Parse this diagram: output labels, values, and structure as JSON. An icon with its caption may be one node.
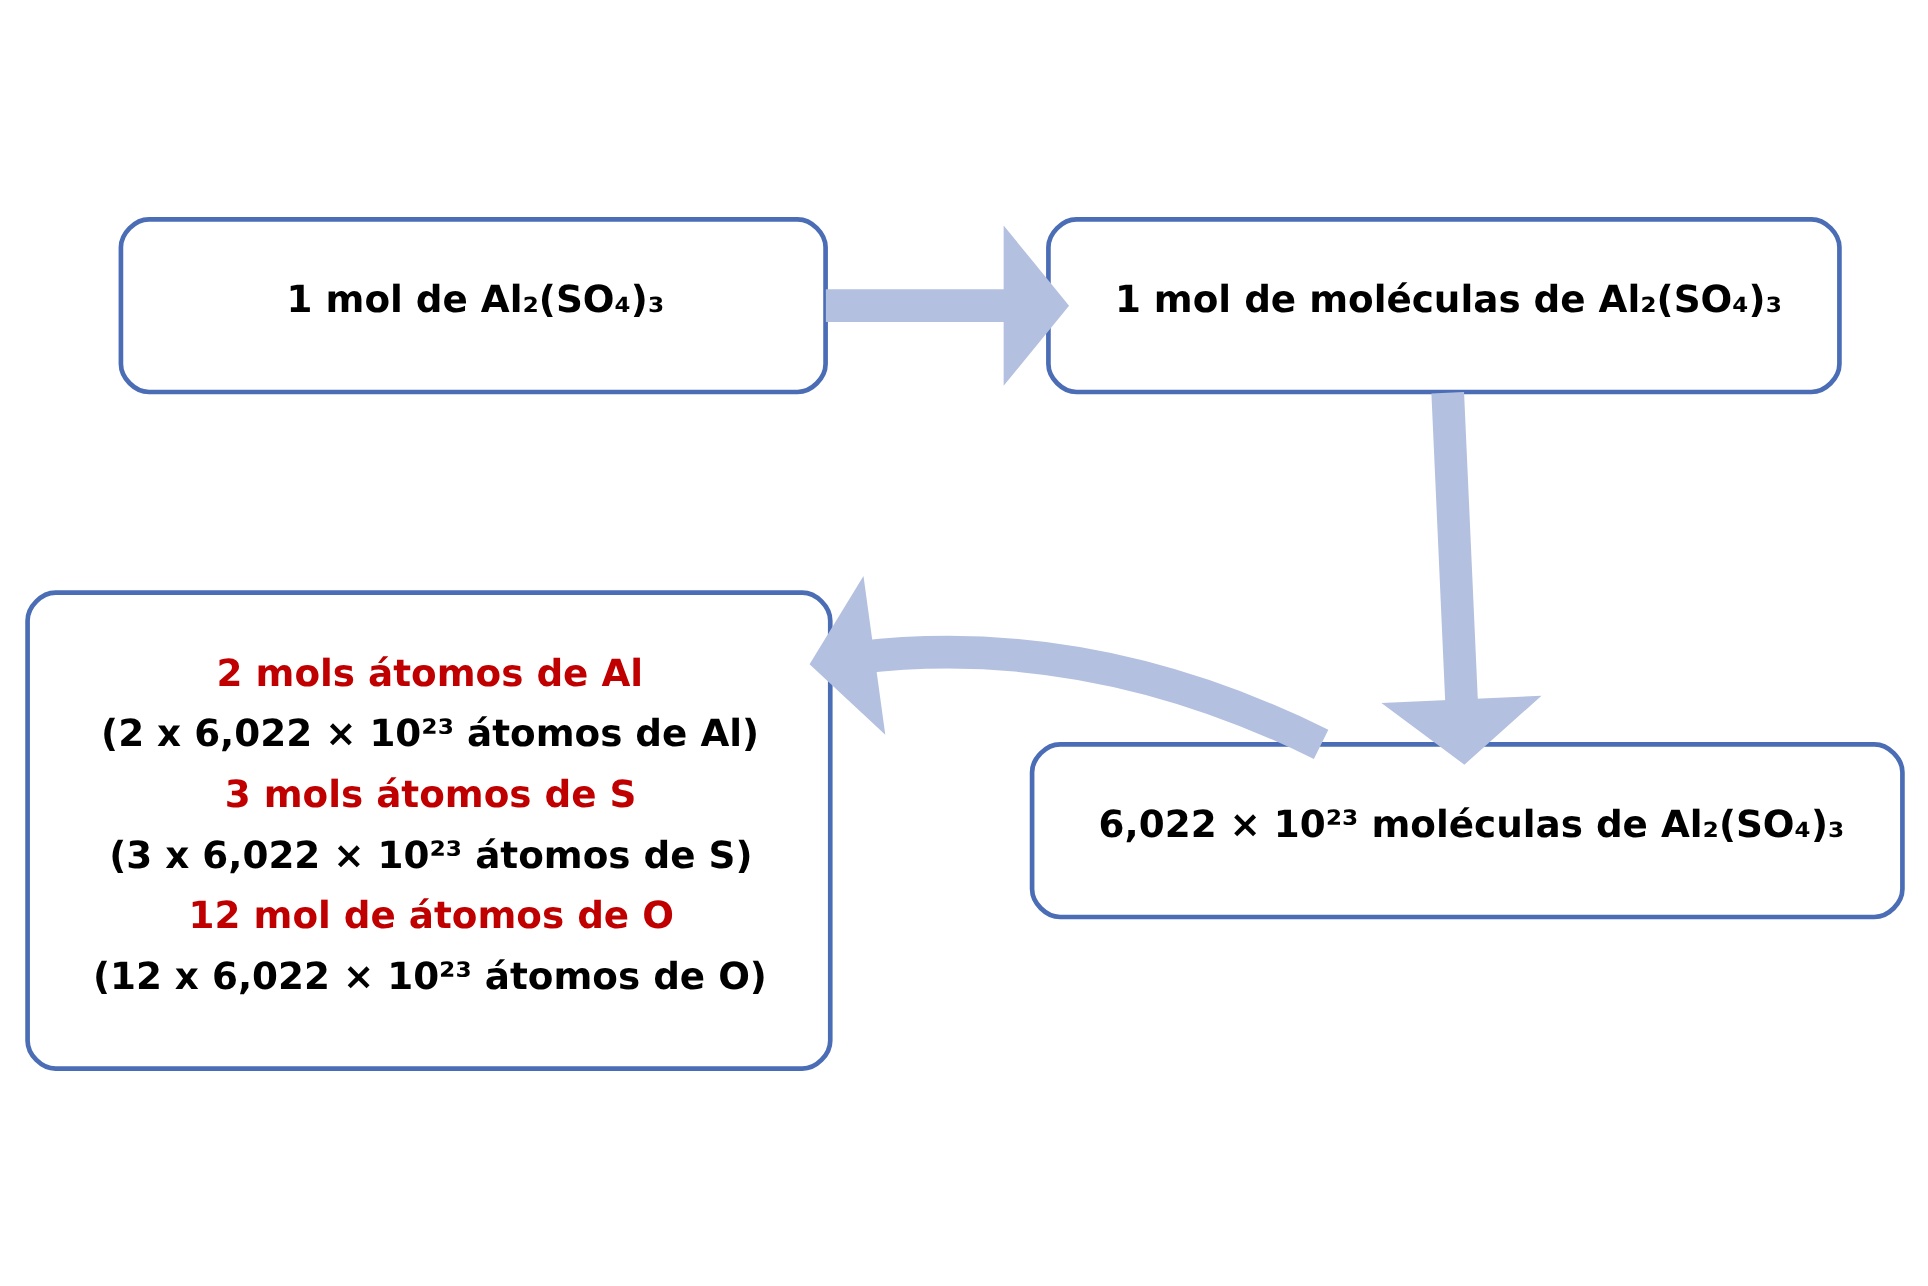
{
  "diagram": {
    "nodes": [
      {
        "text": [
          "1 mol de Al₂(SO₄)₃"
        ]
      },
      {
        "text": [
          "1 mol de moléculas de Al₂(SO₄)₃"
        ]
      },
      {
        "text": [
          "6,022 × 10²³ moléculas de Al₂(SO₄)₃"
        ]
      },
      {
        "text": [
          "2 mols átomos de Al",
          "(2 x 6,022 × 10²³ átomos de Al)",
          "3 mols átomos de S",
          "(3 x 6,022 × 10²³ átomos de S)",
          "12 mol de átomos de O",
          "(12 x 6,022 × 10²³ átomos de O)"
        ]
      }
    ],
    "edges": [
      {
        "from": 0,
        "to": 1,
        "arrow": "to"
      },
      {
        "from": 1,
        "to": 2,
        "arrow": "to"
      },
      {
        "from": 2,
        "to": 3,
        "arrow": "to"
      }
    ]
  }
}
